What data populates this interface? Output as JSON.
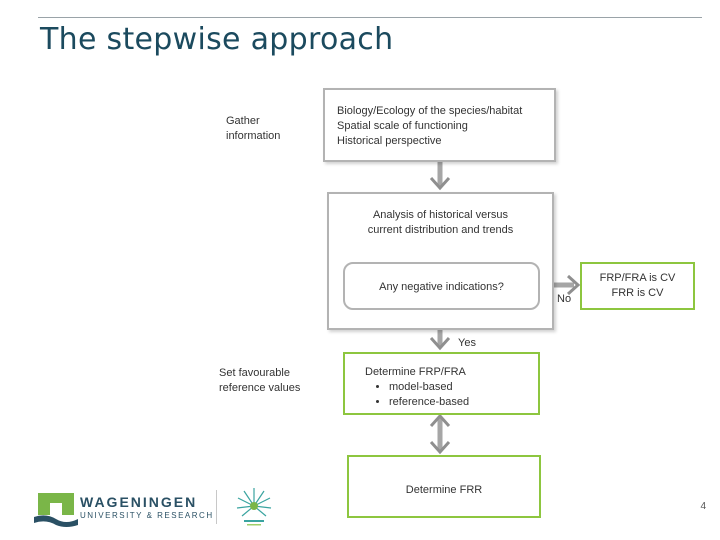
{
  "title": "The stepwise approach",
  "labels": {
    "gather": [
      "Gather",
      "information"
    ],
    "set_ref": [
      "Set favourable",
      "reference values"
    ]
  },
  "boxes": {
    "info": [
      "Biology/Ecology of the species/habitat",
      "Spatial scale of functioning",
      "Historical perspective"
    ],
    "analysis": [
      "Analysis of historical versus",
      "current distribution and trends"
    ],
    "negative": "Any negative indications?",
    "result": [
      "FRP/FRA is CV",
      "FRR is CV"
    ],
    "determine_frp": {
      "heading": "Determine FRP/FRA",
      "bullets": [
        "model-based",
        "reference-based"
      ]
    },
    "determine_frr": "Determine FRR"
  },
  "arrow_labels": {
    "no": "No",
    "yes": "Yes"
  },
  "footer": {
    "logo_line1": "WAGENINGEN",
    "logo_line2": "UNIVERSITY & RESEARCH",
    "page_number": "4"
  },
  "colors": {
    "title": "#1b4a5e",
    "grey_border": "#b3b3b3",
    "green_border": "#8dc63f",
    "arrow": "#a6a6a6",
    "logo_green": "#7ab648",
    "logo_blue": "#2a5064"
  }
}
